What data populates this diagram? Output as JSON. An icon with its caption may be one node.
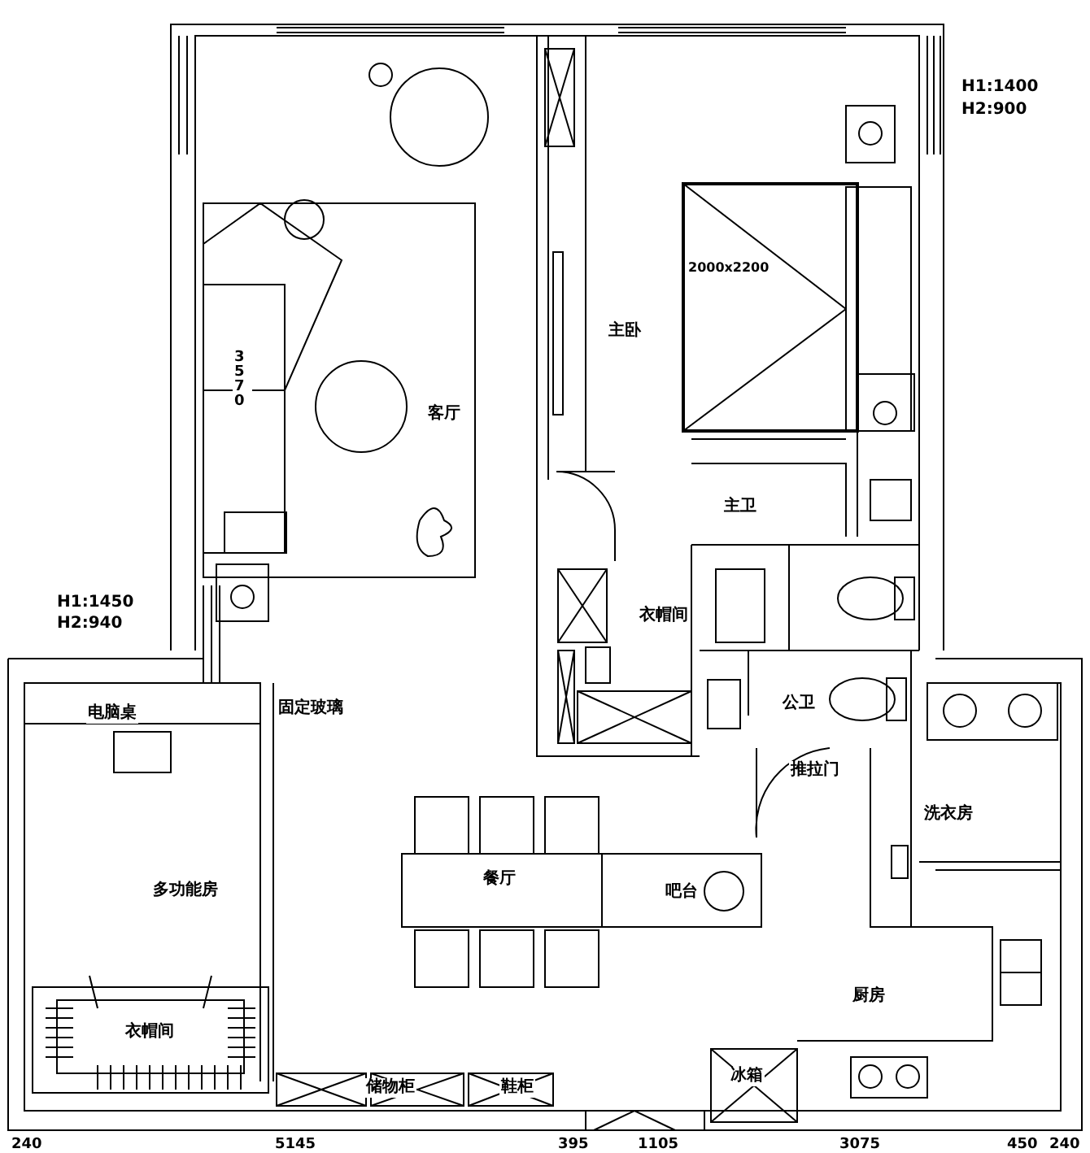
{
  "diagram": {
    "labels": [
      "H1:1400",
      "H2:900",
      "2000x2200",
      "主卧",
      "3570",
      "客厅",
      "主卫",
      "衣帽间",
      "H1:1450",
      "H2:940",
      "电脑桌",
      "固定玻璃",
      "公卫",
      "推拉门",
      "洗衣房",
      "多功能房",
      "餐厅",
      "吧台",
      "厨房",
      "衣帽间",
      "储物柜",
      "鞋柜",
      "冰箱",
      "240",
      "5145",
      "395",
      "1105",
      "3075",
      "450",
      "240"
    ]
  }
}
